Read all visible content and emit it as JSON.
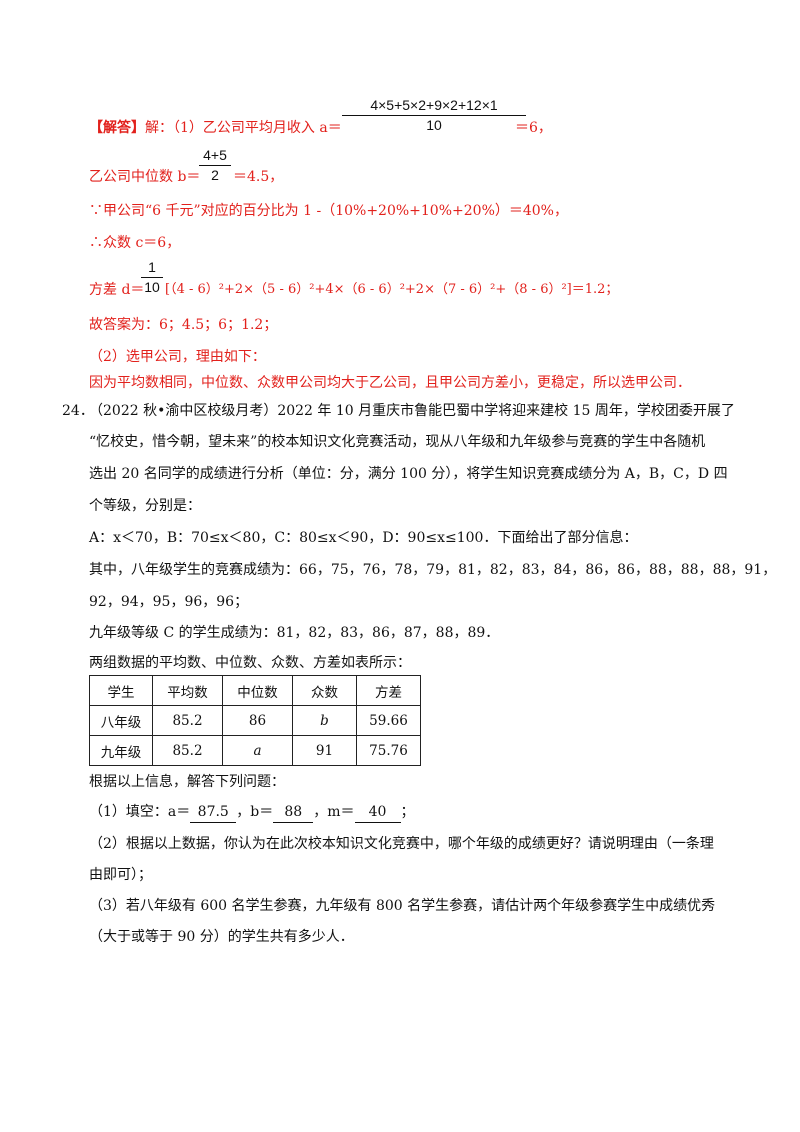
{
  "solution": {
    "tag": "【解答】",
    "line1_prefix": "解：（1）乙公司平均月收入 a＝",
    "line1_frac_num": "4×5+5×2+9×2+12×1",
    "line1_frac_den": "10",
    "line1_suffix": "＝6，",
    "line2_prefix": "乙公司中位数 b＝",
    "line2_frac_num": "4+5",
    "line2_frac_den": "2",
    "line2_suffix": "＝4.5，",
    "line3": "∵甲公司“6 千元”对应的百分比为 1 -（10%+20%+10%+20%）＝40%，",
    "line4": "∴众数 c＝6，",
    "line5_prefix": "方差 d＝",
    "line5_frac_num": "1",
    "line5_frac_den": "10",
    "line5_suffix": "[（4 - 6）²+2×（5 - 6）²+4×（6 - 6）²+2×（7 - 6）²+（8 - 6）²]＝1.2；",
    "line6": "故答案为：6；4.5；6；1.2；",
    "line7": "（2）选甲公司，理由如下：",
    "line8": "因为平均数相同，中位数、众数甲公司均大于乙公司，且甲公司方差小，更稳定，所以选甲公司．"
  },
  "problem": {
    "number": "24．",
    "p1": "（2022 秋•渝中区校级月考）2022 年 10 月重庆市鲁能巴蜀中学将迎来建校 15 周年，学校团委开展了",
    "p2": "“忆校史，惜今朝，望未来”的校本知识文化竞赛活动，现从八年级和九年级参与竞赛的学生中各随机",
    "p3": "选出 20 名同学的成绩进行分析（单位：分，满分 100 分），将学生知识竞赛成绩分为 A，B，C，D 四",
    "p4": "个等级，分别是：",
    "p5": "A：x＜70，B：70≤x＜80，C：80≤x＜90，D：90≤x≤100．下面给出了部分信息：",
    "p6": "其中，八年级学生的竞赛成绩为：66，75，76，78，79，81，82，83，84，86，86，88，88，88，91，",
    "p7": "92，94，95，96，96；",
    "p8": "九年级等级 C 的学生成绩为：81，82，83，86，87，88，89．",
    "p9": "两组数据的平均数、中位数、众数、方差如表所示：",
    "table": {
      "headers": [
        "学生",
        "平均数",
        "中位数",
        "众数",
        "方差"
      ],
      "rows": [
        [
          "八年级",
          "85.2",
          "86",
          "b",
          "59.66"
        ],
        [
          "九年级",
          "85.2",
          "a",
          "91",
          "75.76"
        ]
      ]
    },
    "p10": "根据以上信息，解答下列问题：",
    "q1_prefix": "（1）填空：a＝",
    "q1_a": "87.5",
    "q1_mid1": "，b＝",
    "q1_b": "88",
    "q1_mid2": "，m＝",
    "q1_m": "40",
    "q1_suffix": "；",
    "q2_l1": "（2）根据以上数据，你认为在此次校本知识文化竞赛中，哪个年级的成绩更好？请说明理由（一条理",
    "q2_l2": "由即可）；",
    "q3_l1": "（3）若八年级有 600 名学生参赛，九年级有 800 名学生参赛，请估计两个年级参赛学生中成绩优秀",
    "q3_l2": "（大于或等于 90 分）的学生共有多少人．"
  }
}
